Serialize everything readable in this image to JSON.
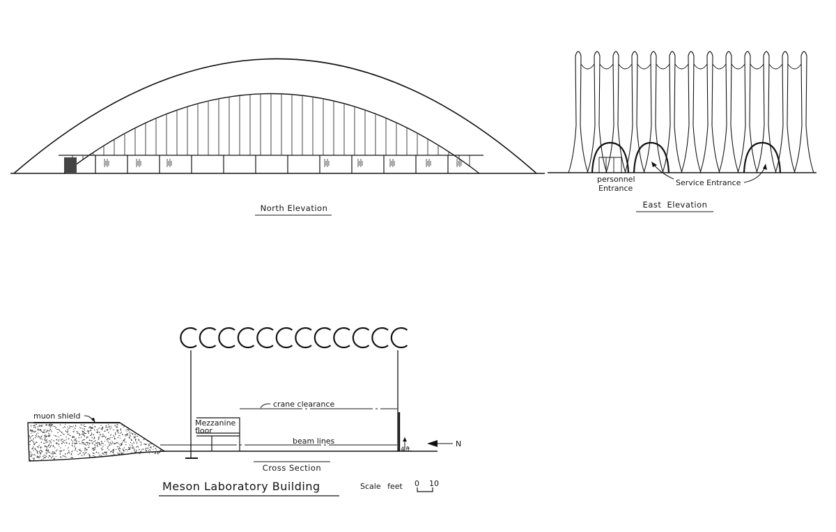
{
  "north_elevation": {
    "title": "North Elevation"
  },
  "east_elevation": {
    "title": "East Elevation",
    "personnel_line1": "personnel",
    "personnel_line2": "Entrance",
    "service": "Service Entrance"
  },
  "cross_section": {
    "title": "Cross Section",
    "muon_shield": "muon shield",
    "crane_clearance": "crane clearance",
    "mezzanine_line1": "Mezzanine",
    "mezzanine_line2": "floor",
    "beam_lines": "beam lines",
    "height": "4 ft.",
    "north": "N"
  },
  "building": {
    "name": "Meson Laboratory Building",
    "scale_label": "Scale feet",
    "scale_min": "0",
    "scale_max": "10"
  }
}
